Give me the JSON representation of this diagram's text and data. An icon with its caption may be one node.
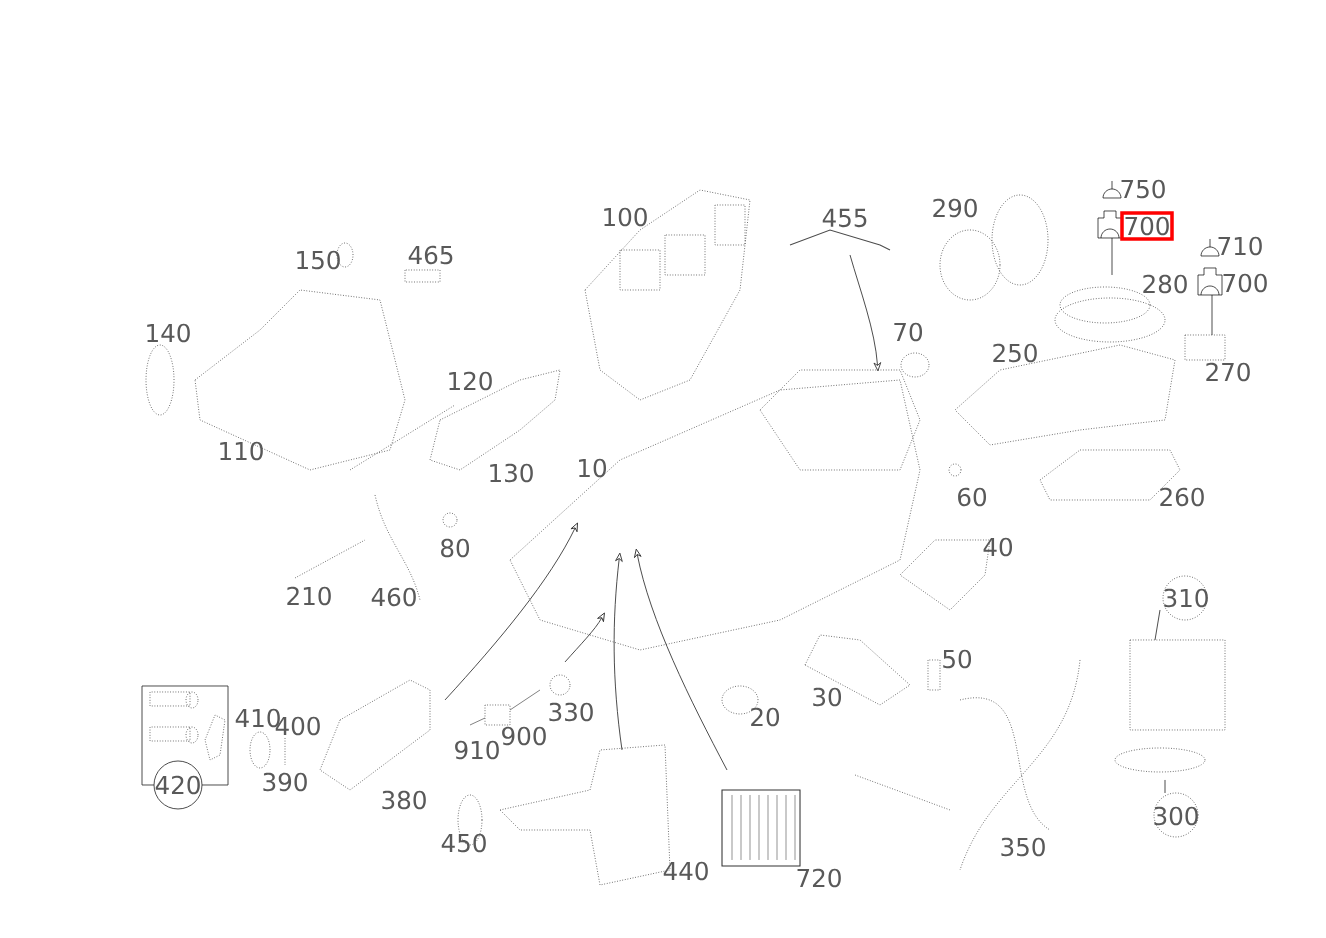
{
  "diagram": {
    "labels": [
      "750",
      "290",
      "100",
      "455",
      "700",
      "710",
      "465",
      "150",
      "700",
      "280",
      "140",
      "70",
      "250",
      "270",
      "120",
      "110",
      "10",
      "130",
      "60",
      "260",
      "40",
      "80",
      "210",
      "460",
      "310",
      "50",
      "30",
      "330",
      "20",
      "410",
      "400",
      "900",
      "910",
      "390",
      "420",
      "380",
      "300",
      "450",
      "350",
      "440",
      "720"
    ]
  }
}
